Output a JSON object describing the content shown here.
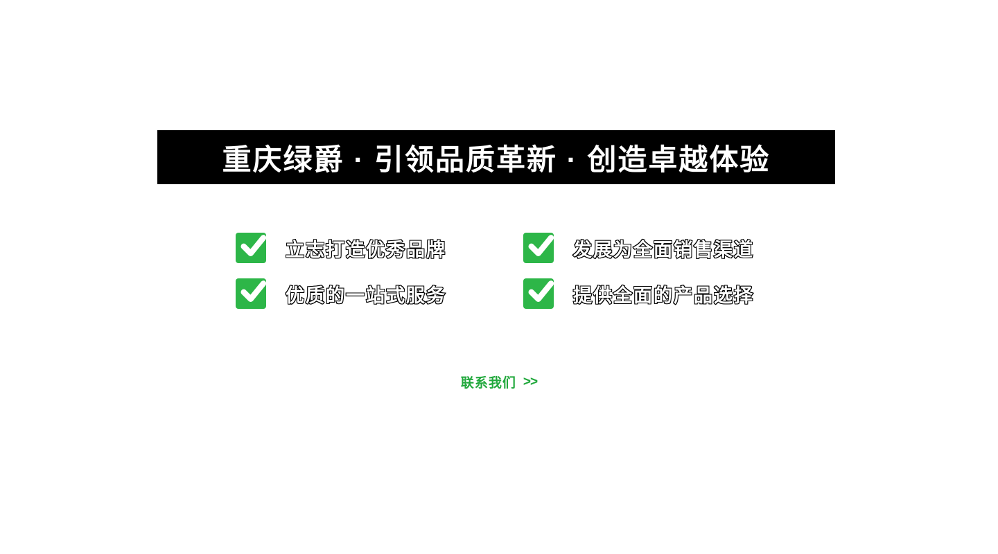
{
  "banner": {
    "title": "重庆绿爵 · 引领品质革新 · 创造卓越体验",
    "bg_color": "#000000",
    "text_color": "#ffffff"
  },
  "features": {
    "accent_color": "#2db648",
    "items": [
      {
        "label": "立志打造优秀品牌"
      },
      {
        "label": "发展为全面销售渠道"
      },
      {
        "label": "优质的一站式服务"
      },
      {
        "label": "提供全面的产品选择"
      }
    ]
  },
  "contact": {
    "label": "联系我们",
    "arrow": ">>",
    "color": "#21a83c"
  }
}
